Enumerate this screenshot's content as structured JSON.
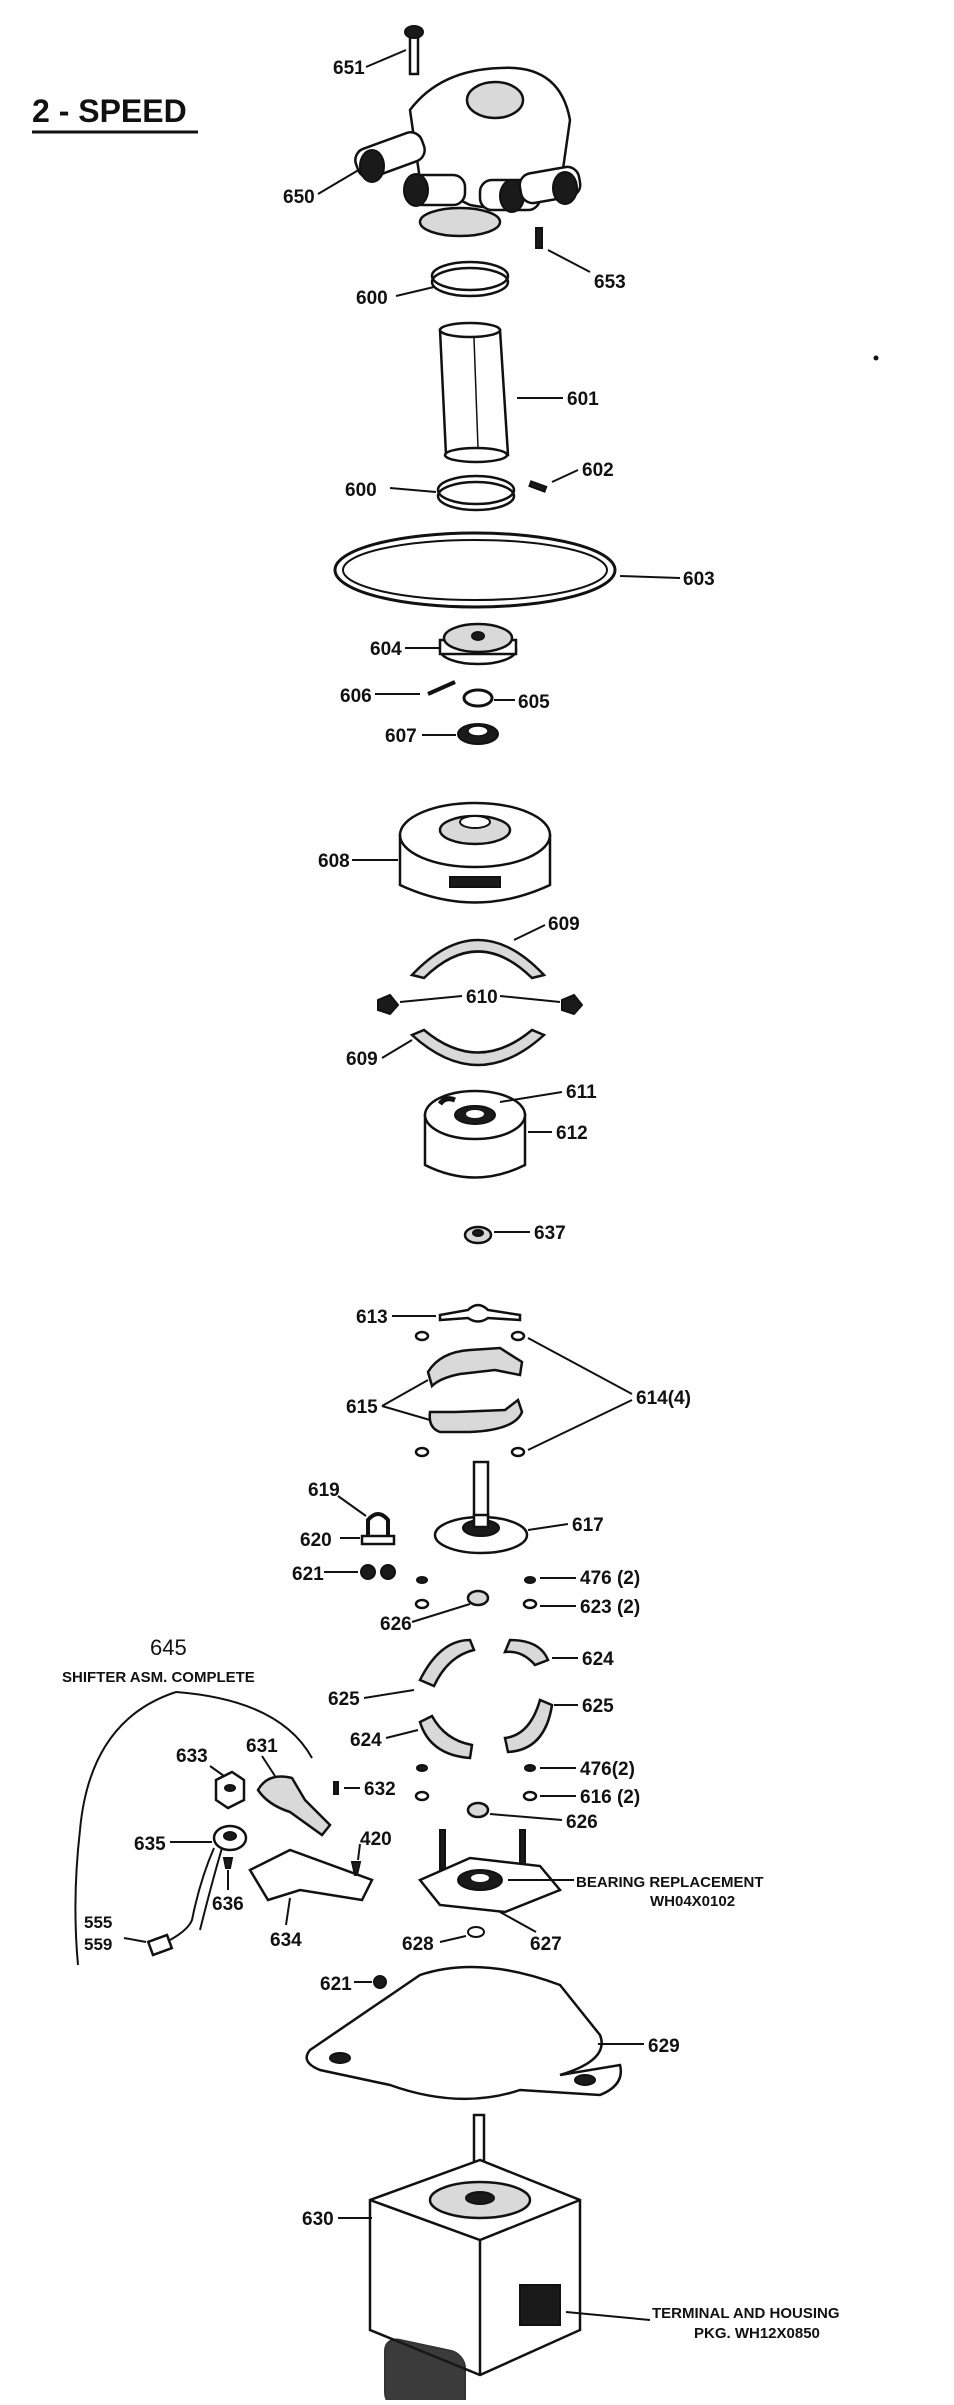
{
  "title": "2 - SPEED",
  "callouts": {
    "c651": "651",
    "c650": "650",
    "c653": "653",
    "c600a": "600",
    "c601": "601",
    "c600b": "600",
    "c602": "602",
    "c603": "603",
    "c604": "604",
    "c606": "606",
    "c605": "605",
    "c607": "607",
    "c608": "608",
    "c609a": "609",
    "c610": "610",
    "c609b": "609",
    "c611": "611",
    "c612": "612",
    "c637": "637",
    "c613": "613",
    "c614": "614(4)",
    "c615": "615",
    "c619": "619",
    "c617": "617",
    "c620": "620",
    "c621a": "621",
    "c476a": "476 (2)",
    "c623": "623 (2)",
    "c626a": "626",
    "c624a": "624",
    "c625a": "625",
    "c625b": "625",
    "c624b": "624",
    "c476b": "476(2)",
    "c632": "632",
    "c616": "616 (2)",
    "c626b": "626",
    "c631": "631",
    "c633": "633",
    "c635": "635",
    "c636": "636",
    "c420": "420",
    "c634": "634",
    "c555": "555",
    "c559": "559",
    "c628": "628",
    "c627": "627",
    "c621b": "621",
    "c629": "629",
    "c630": "630"
  },
  "notes": {
    "shifter_num": "645",
    "shifter_label": "SHIFTER ASM. COMPLETE",
    "bearing_line1": "BEARING REPLACEMENT",
    "bearing_line2": "WH04X0102",
    "terminal_line1": "TERMINAL AND HOUSING",
    "terminal_line2": "PKG. WH12X0850"
  }
}
